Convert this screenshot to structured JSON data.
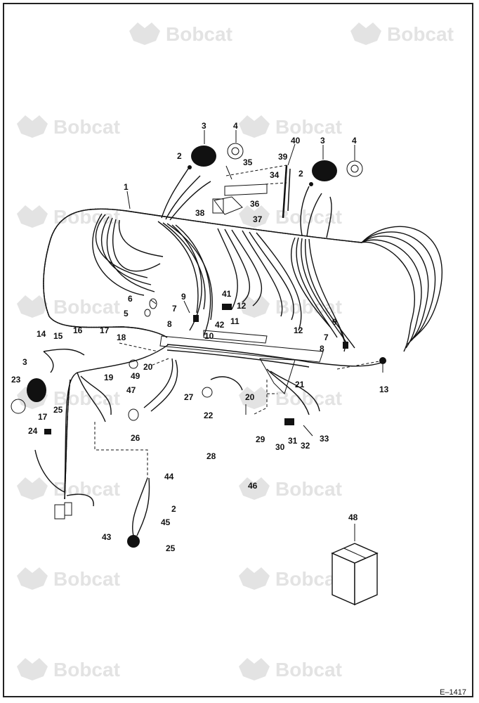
{
  "watermark": {
    "text": "Bobcat",
    "logo_icon": "bobcat-logo-icon",
    "color": "#e3e3e3"
  },
  "drawing_code": "E–1417",
  "callouts": [
    {
      "id": "c1",
      "text": "1"
    },
    {
      "id": "c2a",
      "text": "2"
    },
    {
      "id": "c3a",
      "text": "3"
    },
    {
      "id": "c4a",
      "text": "4"
    },
    {
      "id": "c2b",
      "text": "2"
    },
    {
      "id": "c3b",
      "text": "3"
    },
    {
      "id": "c4b",
      "text": "4"
    },
    {
      "id": "c35",
      "text": "35"
    },
    {
      "id": "c34",
      "text": "34"
    },
    {
      "id": "c39",
      "text": "39"
    },
    {
      "id": "c40",
      "text": "40"
    },
    {
      "id": "c36",
      "text": "36"
    },
    {
      "id": "c37",
      "text": "37"
    },
    {
      "id": "c38",
      "text": "38"
    },
    {
      "id": "c6",
      "text": "6"
    },
    {
      "id": "c5",
      "text": "5"
    },
    {
      "id": "c9a",
      "text": "9"
    },
    {
      "id": "c7a",
      "text": "7"
    },
    {
      "id": "c8a",
      "text": "8"
    },
    {
      "id": "c41",
      "text": "41"
    },
    {
      "id": "c12a",
      "text": "12"
    },
    {
      "id": "c42",
      "text": "42"
    },
    {
      "id": "c11",
      "text": "11"
    },
    {
      "id": "c10",
      "text": "10"
    },
    {
      "id": "c12b",
      "text": "12"
    },
    {
      "id": "c9b",
      "text": "9"
    },
    {
      "id": "c7b",
      "text": "7"
    },
    {
      "id": "c8b",
      "text": "8"
    },
    {
      "id": "c13",
      "text": "13"
    },
    {
      "id": "c14",
      "text": "14"
    },
    {
      "id": "c15",
      "text": "15"
    },
    {
      "id": "c16",
      "text": "16"
    },
    {
      "id": "c17a",
      "text": "17"
    },
    {
      "id": "c18",
      "text": "18"
    },
    {
      "id": "c3c",
      "text": "3"
    },
    {
      "id": "c23",
      "text": "23"
    },
    {
      "id": "c20a",
      "text": "20"
    },
    {
      "id": "c19",
      "text": "19"
    },
    {
      "id": "c49",
      "text": "49"
    },
    {
      "id": "c47",
      "text": "47"
    },
    {
      "id": "c27",
      "text": "27"
    },
    {
      "id": "c21",
      "text": "21"
    },
    {
      "id": "c20b",
      "text": "20"
    },
    {
      "id": "c22",
      "text": "22"
    },
    {
      "id": "c17b",
      "text": "17"
    },
    {
      "id": "c25a",
      "text": "25"
    },
    {
      "id": "c24",
      "text": "24"
    },
    {
      "id": "c26",
      "text": "26"
    },
    {
      "id": "c29",
      "text": "29"
    },
    {
      "id": "c28",
      "text": "28"
    },
    {
      "id": "c30",
      "text": "30"
    },
    {
      "id": "c31",
      "text": "31"
    },
    {
      "id": "c32",
      "text": "32"
    },
    {
      "id": "c33",
      "text": "33"
    },
    {
      "id": "c46",
      "text": "46"
    },
    {
      "id": "c44",
      "text": "44"
    },
    {
      "id": "c2c",
      "text": "2"
    },
    {
      "id": "c45",
      "text": "45"
    },
    {
      "id": "c43",
      "text": "43"
    },
    {
      "id": "c25b",
      "text": "25"
    },
    {
      "id": "c48",
      "text": "48"
    }
  ]
}
